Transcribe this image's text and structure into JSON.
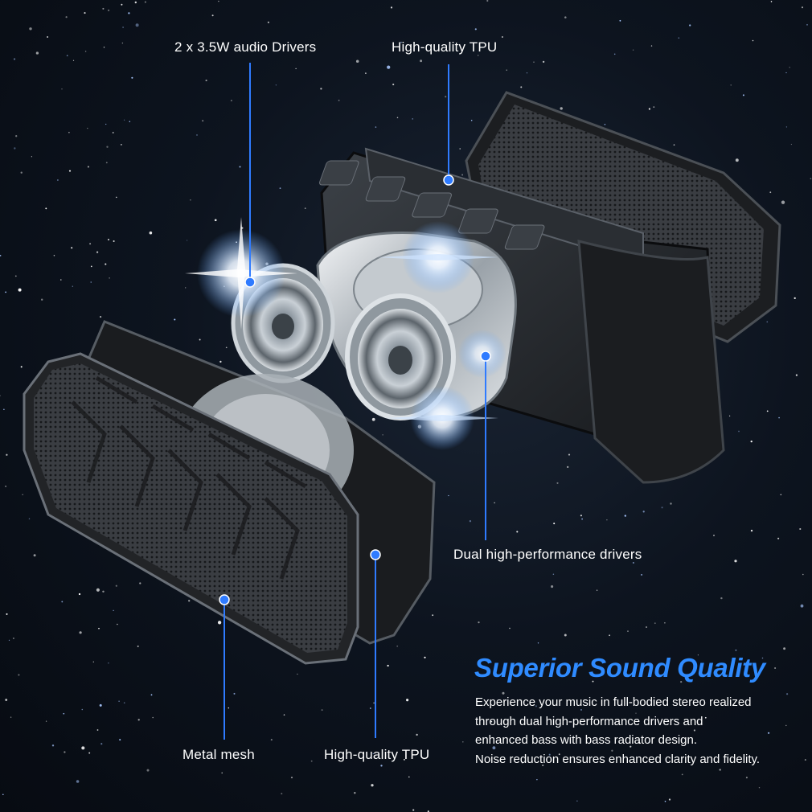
{
  "callouts": {
    "drivers_35w": "2 x 3.5W audio Drivers",
    "tpu_top": "High-quality TPU",
    "dual_drivers": "Dual high-performance drivers",
    "metal_mesh": "Metal mesh",
    "tpu_bottom": "High-quality TPU"
  },
  "headline": "Superior Sound Quality",
  "description": [
    "Experience your music in full-bodied stereo realized",
    "through dual high-performance drivers and",
    "enhanced bass with bass radiator design.",
    "Noise reduction ensures enhanced clarity and fidelity."
  ],
  "colors": {
    "accent": "#2f8bff",
    "callout_line": "#2f7bff",
    "background": "#0a0f18",
    "text": "#ffffff"
  }
}
